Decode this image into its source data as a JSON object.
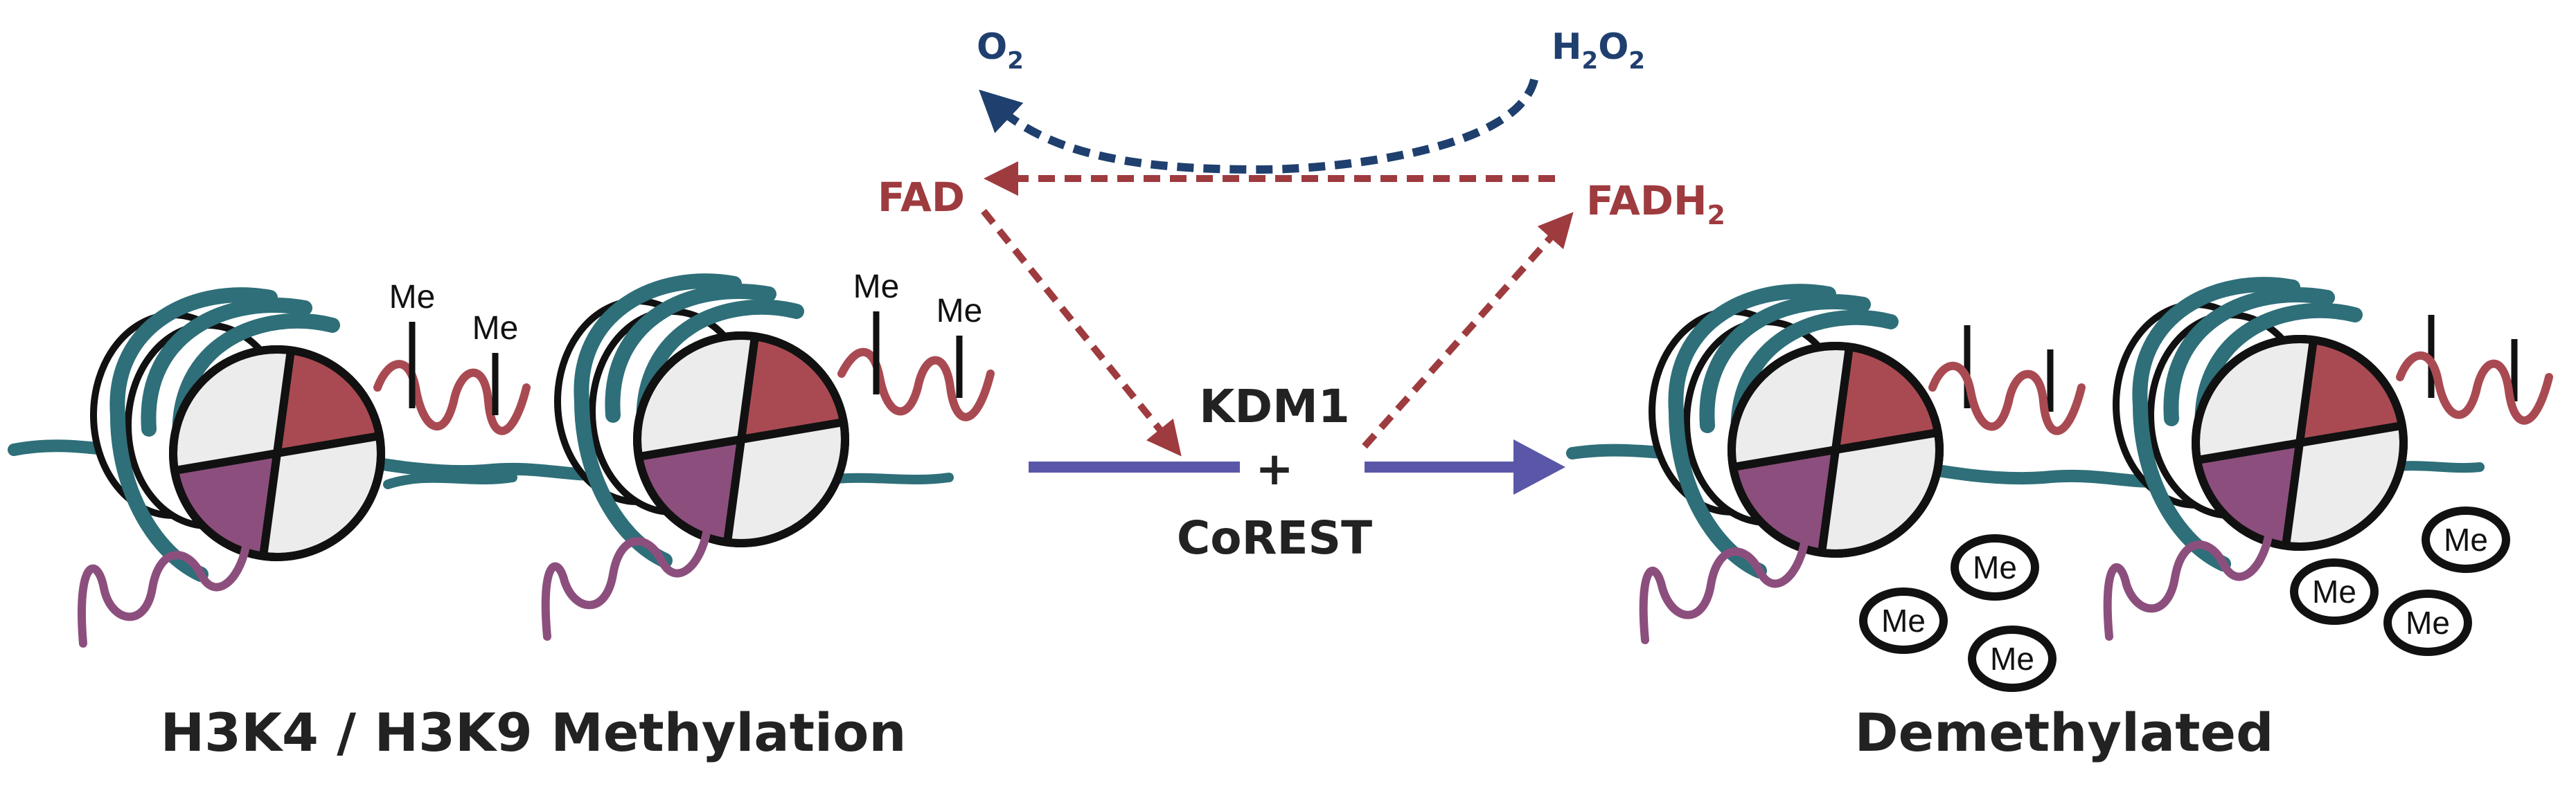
{
  "enzyme": {
    "name": "KDM1",
    "plus": "+",
    "cofactor": "CoREST"
  },
  "cofactors": {
    "fad": "FAD",
    "fadh2_base": "FADH",
    "fadh2_sub": "2"
  },
  "oxygen": {
    "o2_base": "O",
    "o2_sub": "2",
    "h2o2_h": "H",
    "h2o2_sub1": "2",
    "h2o2_o": "O",
    "h2o2_sub2": "2"
  },
  "methyl_mark": "Me",
  "left_label": "H3K4 / H3K9 Methylation",
  "right_label": "Demethylated",
  "colors": {
    "histone_red": "#a94a52",
    "histone_purple": "#8c4f7d",
    "histone_light": "#ececec",
    "dna_teal": "#2e6f79",
    "fad_red": "#9e3b3f",
    "oxygen_navy": "#1f3f6e",
    "main_arrow": "#5a57a8",
    "outline": "#111111"
  }
}
